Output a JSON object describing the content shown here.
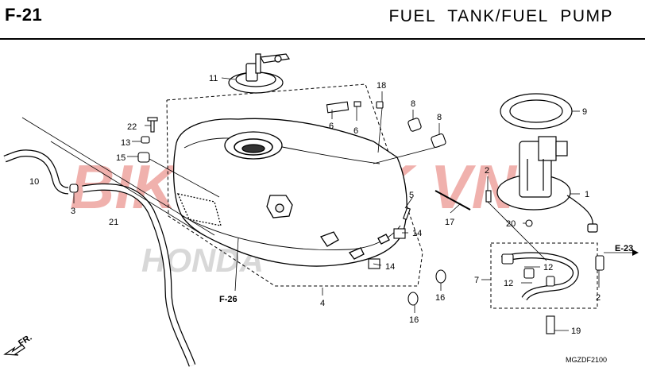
{
  "header": {
    "page_code": "F-21",
    "title": "FUEL  TANK/FUEL  PUMP"
  },
  "callouts": {
    "c1": "1",
    "c2a": "2",
    "c2b": "2",
    "c3": "3",
    "c4": "4",
    "c5": "5",
    "c6a": "6",
    "c6b": "6",
    "c7": "7",
    "c8a": "8",
    "c8b": "8",
    "c9": "9",
    "c10": "10",
    "c11": "11",
    "c12a": "12",
    "c12b": "12",
    "c13": "13",
    "c14a": "14",
    "c14b": "14",
    "c15": "15",
    "c16a": "16",
    "c16b": "16",
    "c17": "17",
    "c18": "18",
    "c19": "19",
    "c20": "20",
    "c21": "21",
    "c22": "22"
  },
  "refs": {
    "e23": "E-23",
    "f26": "F-26",
    "fr": "FR."
  },
  "figure_code": "MGZDF2100",
  "watermark": {
    "text": "BIKE TOOK VN",
    "logo": "HONDA"
  },
  "colors": {
    "line": "#000000",
    "watermark_red": "#d9342b",
    "watermark_gray": "#9a9a9a"
  }
}
